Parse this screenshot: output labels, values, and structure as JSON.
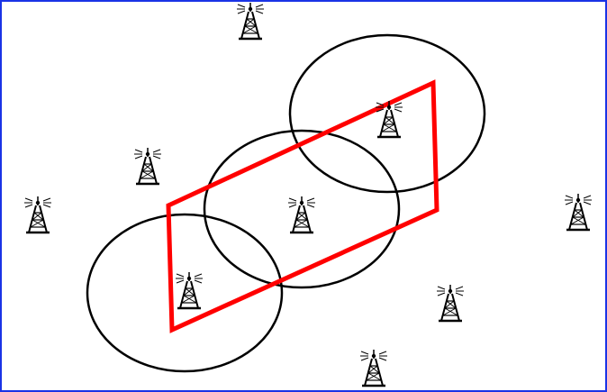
{
  "colors": {
    "background": "#ffffff",
    "border": "#1a33e6",
    "coverage_circle": "#000000",
    "region_outline": "#ff0000",
    "tower": "#000000"
  },
  "towers": [
    {
      "name": "tower-top",
      "icon": "radio-tower-icon"
    },
    {
      "name": "tower-upper-left",
      "icon": "radio-tower-icon"
    },
    {
      "name": "tower-far-left",
      "icon": "radio-tower-icon"
    },
    {
      "name": "tower-bottom-left-circle",
      "icon": "radio-tower-icon"
    },
    {
      "name": "tower-center",
      "icon": "radio-tower-icon"
    },
    {
      "name": "tower-upper-right-circle",
      "icon": "radio-tower-icon"
    },
    {
      "name": "tower-far-right",
      "icon": "radio-tower-icon"
    },
    {
      "name": "tower-lower-right",
      "icon": "radio-tower-icon"
    },
    {
      "name": "tower-bottom",
      "icon": "radio-tower-icon"
    }
  ],
  "coverage_circles": [
    {
      "name": "coverage-circle-lower-left"
    },
    {
      "name": "coverage-circle-middle"
    },
    {
      "name": "coverage-circle-upper-right"
    }
  ]
}
